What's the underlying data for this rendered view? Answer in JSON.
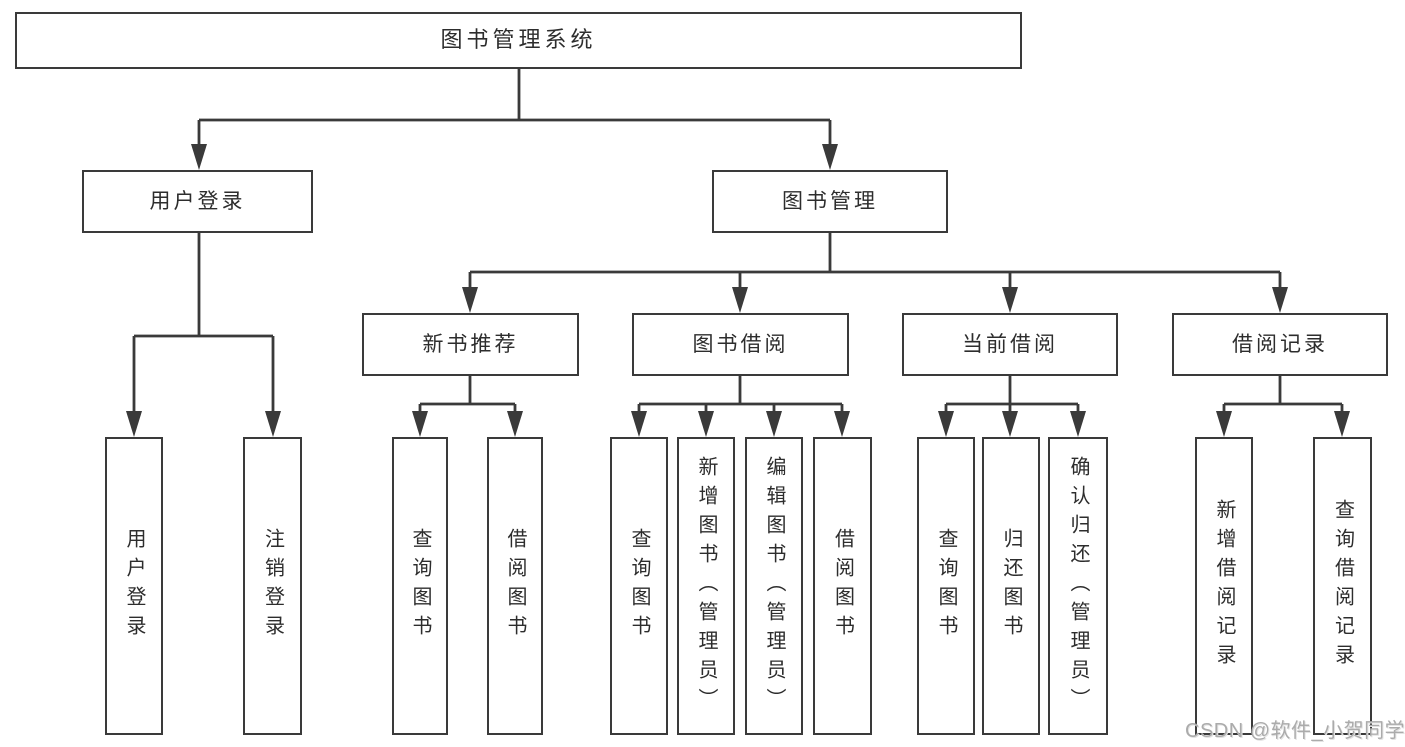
{
  "diagram": {
    "tree": {
      "label": "图书管理系统",
      "children": [
        {
          "label": "用户登录",
          "children": [
            {
              "label": "用户登录"
            },
            {
              "label": "注销登录"
            }
          ]
        },
        {
          "label": "图书管理",
          "children": [
            {
              "label": "新书推荐",
              "children": [
                {
                  "label": "查询图书"
                },
                {
                  "label": "借阅图书"
                }
              ]
            },
            {
              "label": "图书借阅",
              "children": [
                {
                  "label": "查询图书"
                },
                {
                  "label": "新增图书（管理员）"
                },
                {
                  "label": "编辑图书（管理员）"
                },
                {
                  "label": "借阅图书"
                }
              ]
            },
            {
              "label": "当前借阅",
              "children": [
                {
                  "label": "查询图书"
                },
                {
                  "label": "归还图书"
                },
                {
                  "label": "确认归还（管理员）"
                }
              ]
            },
            {
              "label": "借阅记录",
              "children": [
                {
                  "label": "新增借阅记录"
                },
                {
                  "label": "查询借阅记录"
                }
              ]
            }
          ]
        }
      ]
    },
    "watermark": "CSDN @软件_小贺同学",
    "colors": {
      "line": "#3a3a3a",
      "box_border": "#3a3a3a",
      "text": "#2d2d2d",
      "watermark": "#ababab",
      "background": "#ffffff"
    }
  }
}
